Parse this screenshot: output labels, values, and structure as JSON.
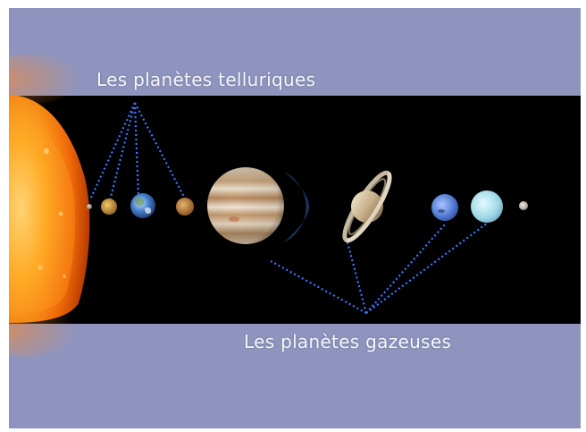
{
  "captions": {
    "terrestrial": "Les planètes telluriques",
    "gaseous": "Les planètes gazeuses"
  },
  "colors": {
    "slide_background": "#8e94bd",
    "space_band": "#000000",
    "caption_text": "#f6f7fb",
    "connector_lines": "#3a7bff",
    "sun": "#ff7a10"
  },
  "objects": [
    "sun",
    "mercury",
    "venus",
    "earth",
    "mars",
    "jupiter",
    "saturn",
    "uranus",
    "neptune",
    "pluto"
  ]
}
